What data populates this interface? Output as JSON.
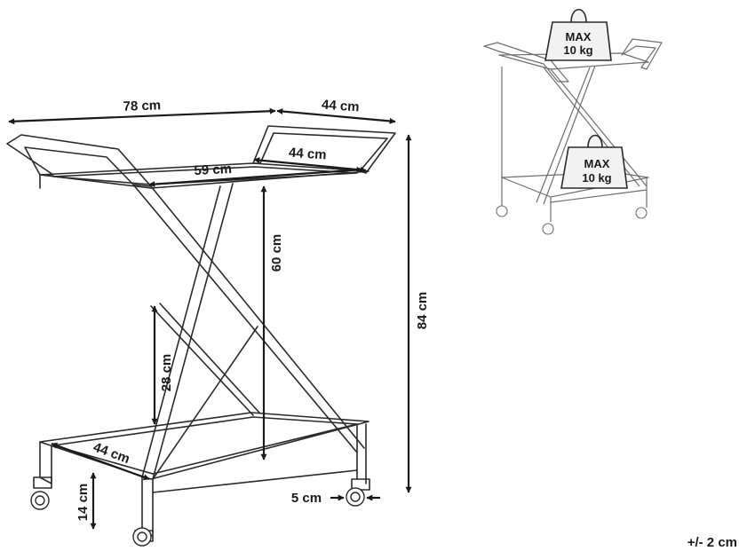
{
  "dimensions": {
    "width_top": "78 cm",
    "depth_top": "44 cm",
    "tray_depth_top": "44 cm",
    "tray_width_top": "59 cm",
    "tray_height": "60 cm",
    "total_height": "84 cm",
    "shelf_gap": "28 cm",
    "tray_depth_bottom": "44 cm",
    "bottom_clearance": "14 cm",
    "wheel_size": "5 cm"
  },
  "load": {
    "top_label": "MAX",
    "top_value": "10 kg",
    "bottom_label": "MAX",
    "bottom_value": "10 kg"
  },
  "tolerance": "+/- 2 cm"
}
